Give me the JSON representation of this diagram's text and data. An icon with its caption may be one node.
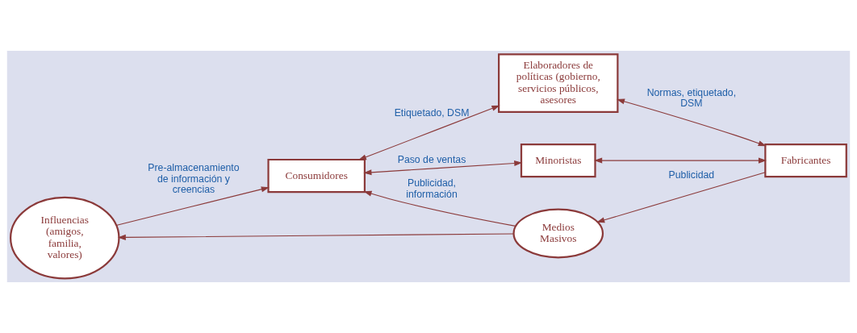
{
  "diagram": {
    "nodes": [
      {
        "text": [
          "Influencias (amigos, familia, valores)"
        ]
      },
      {
        "text": [
          "Consumidores"
        ]
      },
      {
        "text": [
          "Elaboradores de políticas (gobierno, servicios públicos, asesores"
        ]
      },
      {
        "text": [
          "Minoristas"
        ]
      },
      {
        "text": [
          "Fabricantes"
        ]
      },
      {
        "text": [
          "Medios Masivos"
        ]
      }
    ],
    "edges": [
      {
        "from": 0,
        "to": 1,
        "arrow": "to",
        "label": "Pre-almacenamiento de información y creencias"
      },
      {
        "from": 1,
        "to": 2,
        "arrow": "both",
        "label": "Etiquetado, DSM"
      },
      {
        "from": 1,
        "to": 3,
        "arrow": "both",
        "label": "Paso de ventas"
      },
      {
        "from": 2,
        "to": 4,
        "arrow": "both",
        "label": "Normas, etiquetado, DSM"
      },
      {
        "from": 3,
        "to": 4,
        "arrow": "both"
      },
      {
        "from": 4,
        "to": 5,
        "arrow": "to",
        "label": "Publicidad"
      },
      {
        "from": 5,
        "to": 1,
        "arrow": "to",
        "label": "Publicidad, información"
      },
      {
        "from": 5,
        "to": 0,
        "arrow": "to"
      }
    ]
  }
}
